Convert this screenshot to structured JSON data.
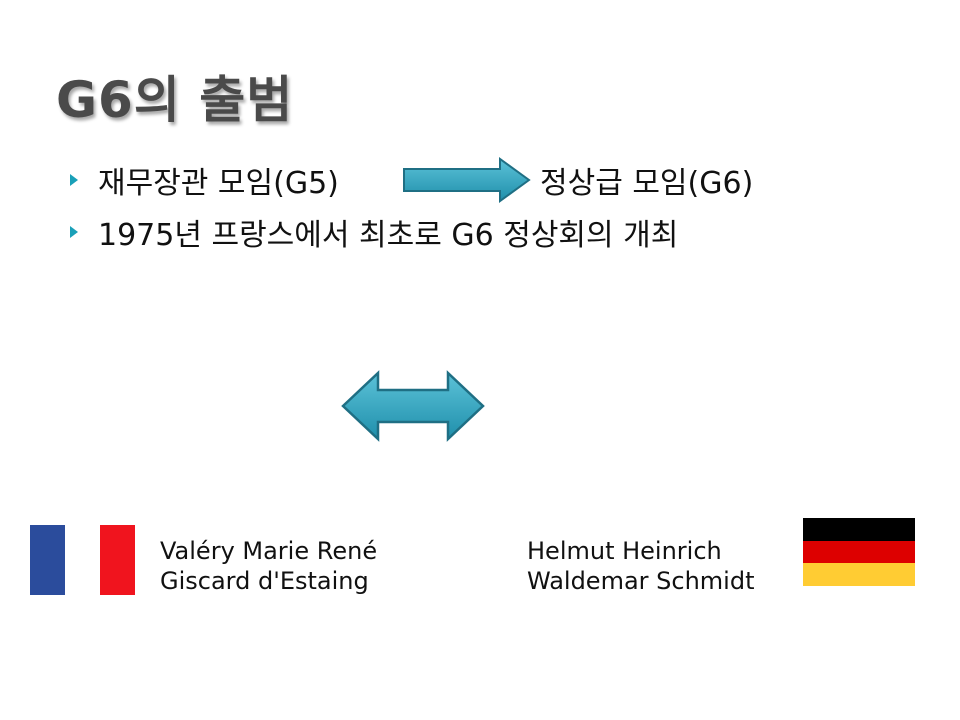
{
  "title": "G6의 출범",
  "bullets": [
    {
      "left": "재무장관 모임(G5)",
      "right": "정상급 모임(G6)"
    },
    {
      "text": "1975년 프랑스에서 최초로 G6 정상회의 개최"
    }
  ],
  "people": {
    "left": {
      "line1": "Valéry Marie René",
      "line2": "Giscard d'Estaing"
    },
    "right": {
      "line1": "Helmut Heinrich",
      "line2": "Waldemar Schmidt"
    }
  },
  "colors": {
    "arrow_fill": "#2aa3bf",
    "arrow_stroke": "#1f6f84",
    "bullet": "#1aa0b8",
    "france": [
      "#2b4c9c",
      "#ffffff",
      "#f0141e"
    ],
    "germany": [
      "#000000",
      "#dd0000",
      "#ffcc33"
    ]
  },
  "icons": [
    "bullet-triangle-icon",
    "right-arrow-icon",
    "double-arrow-icon",
    "france-flag-icon",
    "germany-flag-icon"
  ]
}
